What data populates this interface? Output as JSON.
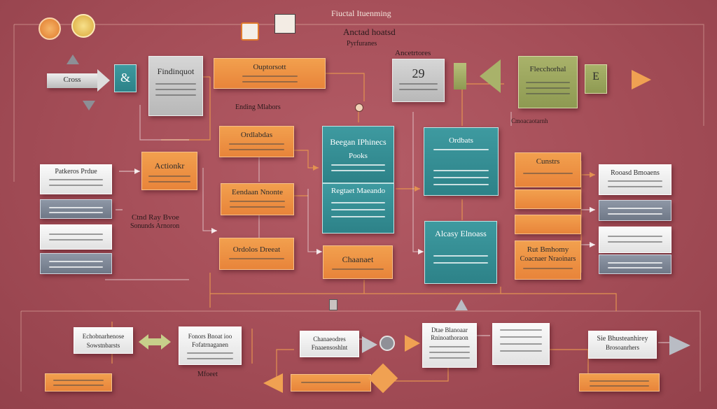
{
  "header": {
    "title": "Fiuctal Ituenming",
    "subtitle": "Anctad hoatsd",
    "sub2": "Pyrfuranes",
    "top_label": "Ancetrtores"
  },
  "boxes": {
    "cross_arrow": "Cross",
    "findinquot": "Findinquot",
    "orange_top": "Ouptorsott",
    "gray_center": "29",
    "green_top": "Flecchorhal",
    "ordering_label": "Ending Mlabors",
    "ordering2": "Ordlabdas",
    "reggan": "Beegan IPhinecs",
    "reggan_sub": "Pooks",
    "teal_right": "Ordbats",
    "action": "Actionkr",
    "fluid_label": "Ctnd Ray Bvoe",
    "fluid_label2": "Sonunds Arnoron",
    "pattern": "Patkeros Prdue",
    "cooldon": "Eendaan Nnonte",
    "regish": "Regtaet Maeando",
    "orange_stack_top": "Cunstrs",
    "ordoos_dreath": "Ordolos Dreeat",
    "chaonal": "Chaanaet",
    "analysis": "Alcasy Elnoass",
    "ru_bmhamy": "Rut Bmhomy",
    "ru_bmhamy2": "Coacnaer Nraoinars",
    "roaseed": "Rooasd Bmoaens",
    "ending_left": "Echobnarhenose",
    "ending_left2": "Sowstnbarsts",
    "fonor_boat": "Fonors Bnoat ioo",
    "fonor_boat2": "Fofatrnaganen",
    "chanwhop": "Chanaeodres",
    "chanwhop2": "Fnaaensoshlnt",
    "dbad": "Dtae Blanoaar",
    "dbad2": "Rninoathoraon",
    "right_mid": "Cmoacaotarnh",
    "sie": "Sie Bhusteanhirey",
    "sie2": "Brosoanrhers",
    "mfoe": "Mfoeet"
  },
  "icons": [
    "c-circle-icon",
    "coin-icon",
    "document-icon",
    "dollar-box-icon",
    "flag-icon",
    "padlock-icon",
    "book-icon",
    "warning-icon",
    "dollar-icon",
    "target-icon",
    "gear-icon"
  ],
  "colors": {
    "background": "#a8505a",
    "orange": "#ec8a3e",
    "teal": "#2f878c",
    "olive": "#99a35c",
    "line": "#d98a4a"
  }
}
